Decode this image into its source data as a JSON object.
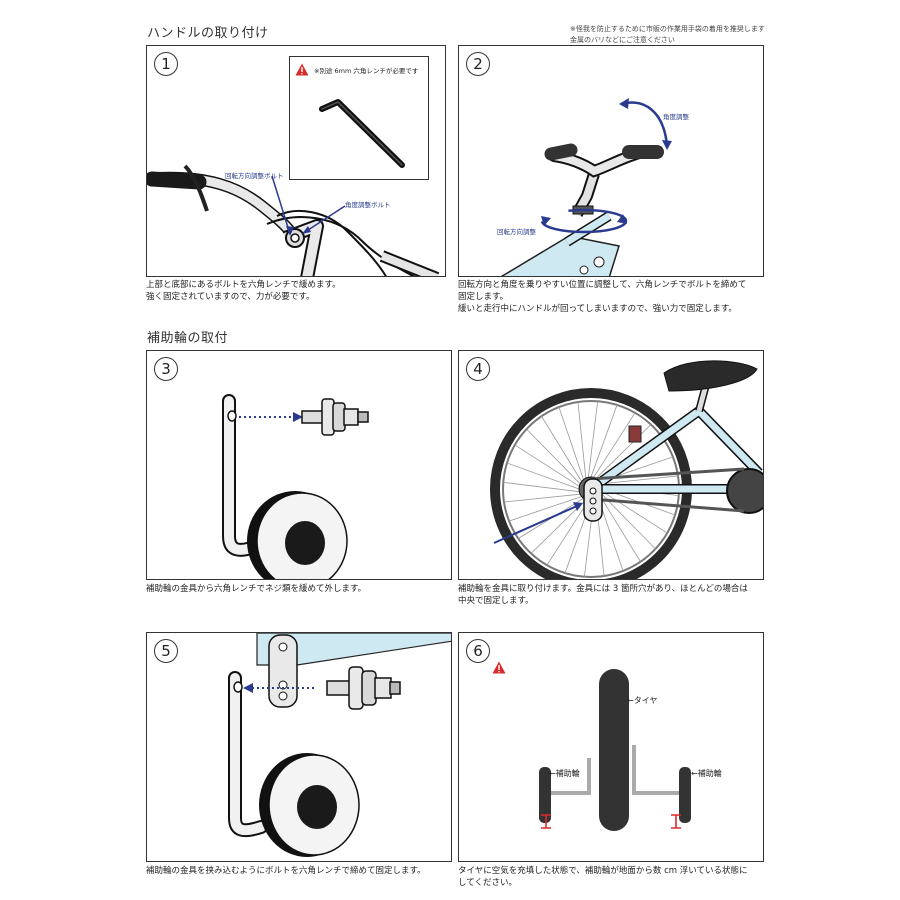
{
  "section1": {
    "title": "ハンドルの取り付け"
  },
  "section2": {
    "title": "補助輪の取付"
  },
  "notes": {
    "line1": "※怪我を防止するために市販の作業用手袋の着用を推奨します",
    "line2": "金属のバリなどにご注意ください"
  },
  "steps": [
    {
      "number": "1",
      "caption": [
        "上部と底部にあるボルトを六角レンチで緩めます。",
        "強く固定されていますので、力が必要です。"
      ],
      "labels": {
        "bolt_direction": "回転方向調整ボルト",
        "bolt_angle": "角度調整ボルト"
      },
      "warning": "※別途 6mm 六角レンチが必要です"
    },
    {
      "number": "2",
      "caption": [
        "回転方向と角度を乗りやすい位置に調整して、六角レンチでボルトを締めて",
        "固定します。",
        "緩いと走行中にハンドルが回ってしまいますので、強い力で固定します。"
      ],
      "labels": {
        "angle": "角度調整",
        "direction": "回転方向調整"
      }
    },
    {
      "number": "3",
      "caption": [
        "補助輪の金具から六角レンチでネジ類を緩めて外します。"
      ]
    },
    {
      "number": "4",
      "caption": [
        "補助輪を金具に取り付けます。金具には 3 箇所穴があり、ほとんどの場合は",
        "中央で固定します。"
      ]
    },
    {
      "number": "5",
      "caption": [
        "補助輪の金具を挟み込むようにボルトを六角レンチで締めて固定します。"
      ]
    },
    {
      "number": "6",
      "caption": [
        "タイヤに空気を充填した状態で、補助輪が地面から数 cm 浮いている状態に",
        "してください。"
      ],
      "labels": {
        "tire": "←タイヤ",
        "left_wheel": "←補助輪",
        "right_wheel": "←補助輪"
      }
    }
  ],
  "colors": {
    "accent_blue": "#2a3b8f",
    "frame_blue": "#cfe9f3",
    "warning_red": "#d92b2b"
  }
}
